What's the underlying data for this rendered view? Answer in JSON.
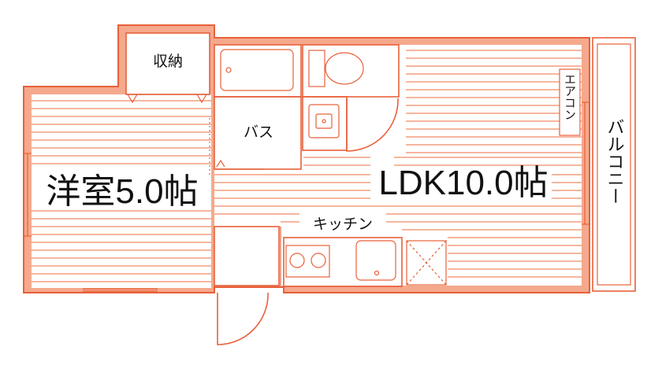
{
  "rooms": {
    "western_room": "洋室5.0帖",
    "ldk": "LDK10.0帖",
    "storage": "収納",
    "bath": "バス",
    "kitchen": "キッチン",
    "aircon": "エアコン",
    "balcony": "バルコニー"
  },
  "colors": {
    "wall": "#e8603a",
    "wall_fill": "#f5a98c",
    "hatch": "#f08a66"
  }
}
